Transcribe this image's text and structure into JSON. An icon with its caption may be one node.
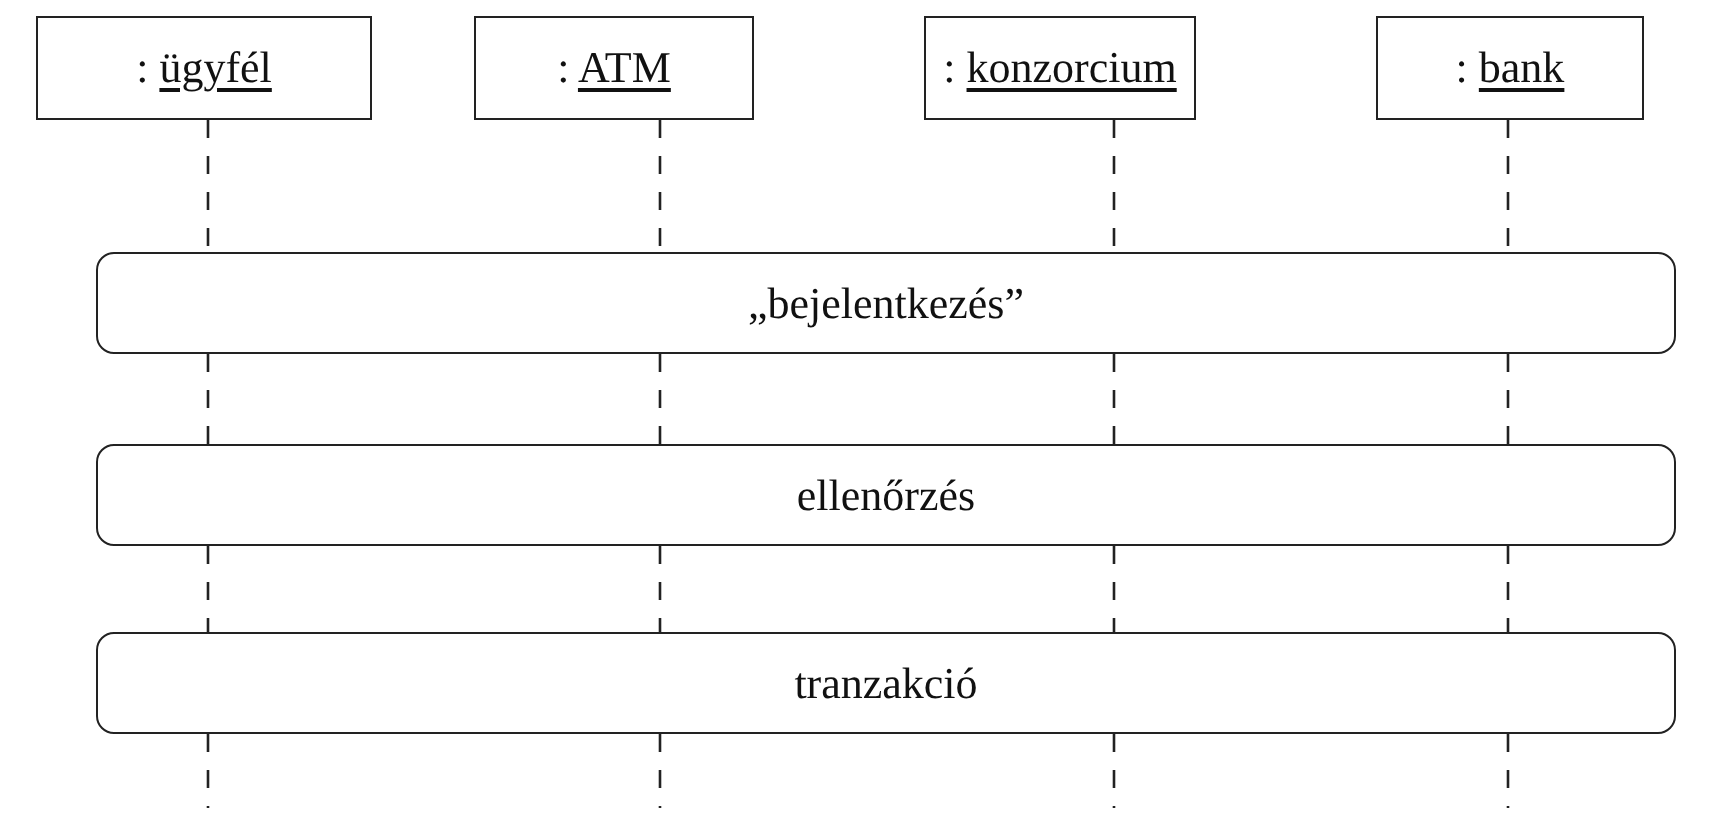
{
  "diagram": {
    "nodes": [
      {
        "text": [
          ": ügyfél"
        ]
      },
      {
        "text": [
          ": ATM"
        ]
      },
      {
        "text": [
          ": konzorcium"
        ]
      },
      {
        "text": [
          ": bank"
        ]
      },
      {
        "text": [
          "„bejelentkezés”"
        ]
      },
      {
        "text": [
          "ellenőrzés"
        ]
      },
      {
        "text": [
          "tranzakció"
        ]
      }
    ],
    "edges": [
      {
        "from": 0,
        "to": 4,
        "arrow": "none",
        "style": "dashed"
      },
      {
        "from": 1,
        "to": 4,
        "arrow": "none",
        "style": "dashed"
      },
      {
        "from": 2,
        "to": 4,
        "arrow": "none",
        "style": "dashed"
      },
      {
        "from": 3,
        "to": 4,
        "arrow": "none",
        "style": "dashed"
      },
      {
        "from": 4,
        "to": 5,
        "arrow": "none",
        "style": "dashed"
      },
      {
        "from": 4,
        "to": 5,
        "arrow": "none",
        "style": "dashed"
      },
      {
        "from": 4,
        "to": 5,
        "arrow": "none",
        "style": "dashed"
      },
      {
        "from": 4,
        "to": 5,
        "arrow": "none",
        "style": "dashed"
      },
      {
        "from": 5,
        "to": 6,
        "arrow": "none",
        "style": "dashed"
      },
      {
        "from": 5,
        "to": 6,
        "arrow": "none",
        "style": "dashed"
      },
      {
        "from": 5,
        "to": 6,
        "arrow": "none",
        "style": "dashed"
      },
      {
        "from": 5,
        "to": 6,
        "arrow": "none",
        "style": "dashed"
      },
      {
        "from": 6,
        "to": null,
        "arrow": "none",
        "style": "dashed"
      },
      {
        "from": 6,
        "to": null,
        "arrow": "none",
        "style": "dashed"
      },
      {
        "from": 6,
        "to": null,
        "arrow": "none",
        "style": "dashed"
      },
      {
        "from": 6,
        "to": null,
        "arrow": "none",
        "style": "dashed"
      }
    ]
  }
}
